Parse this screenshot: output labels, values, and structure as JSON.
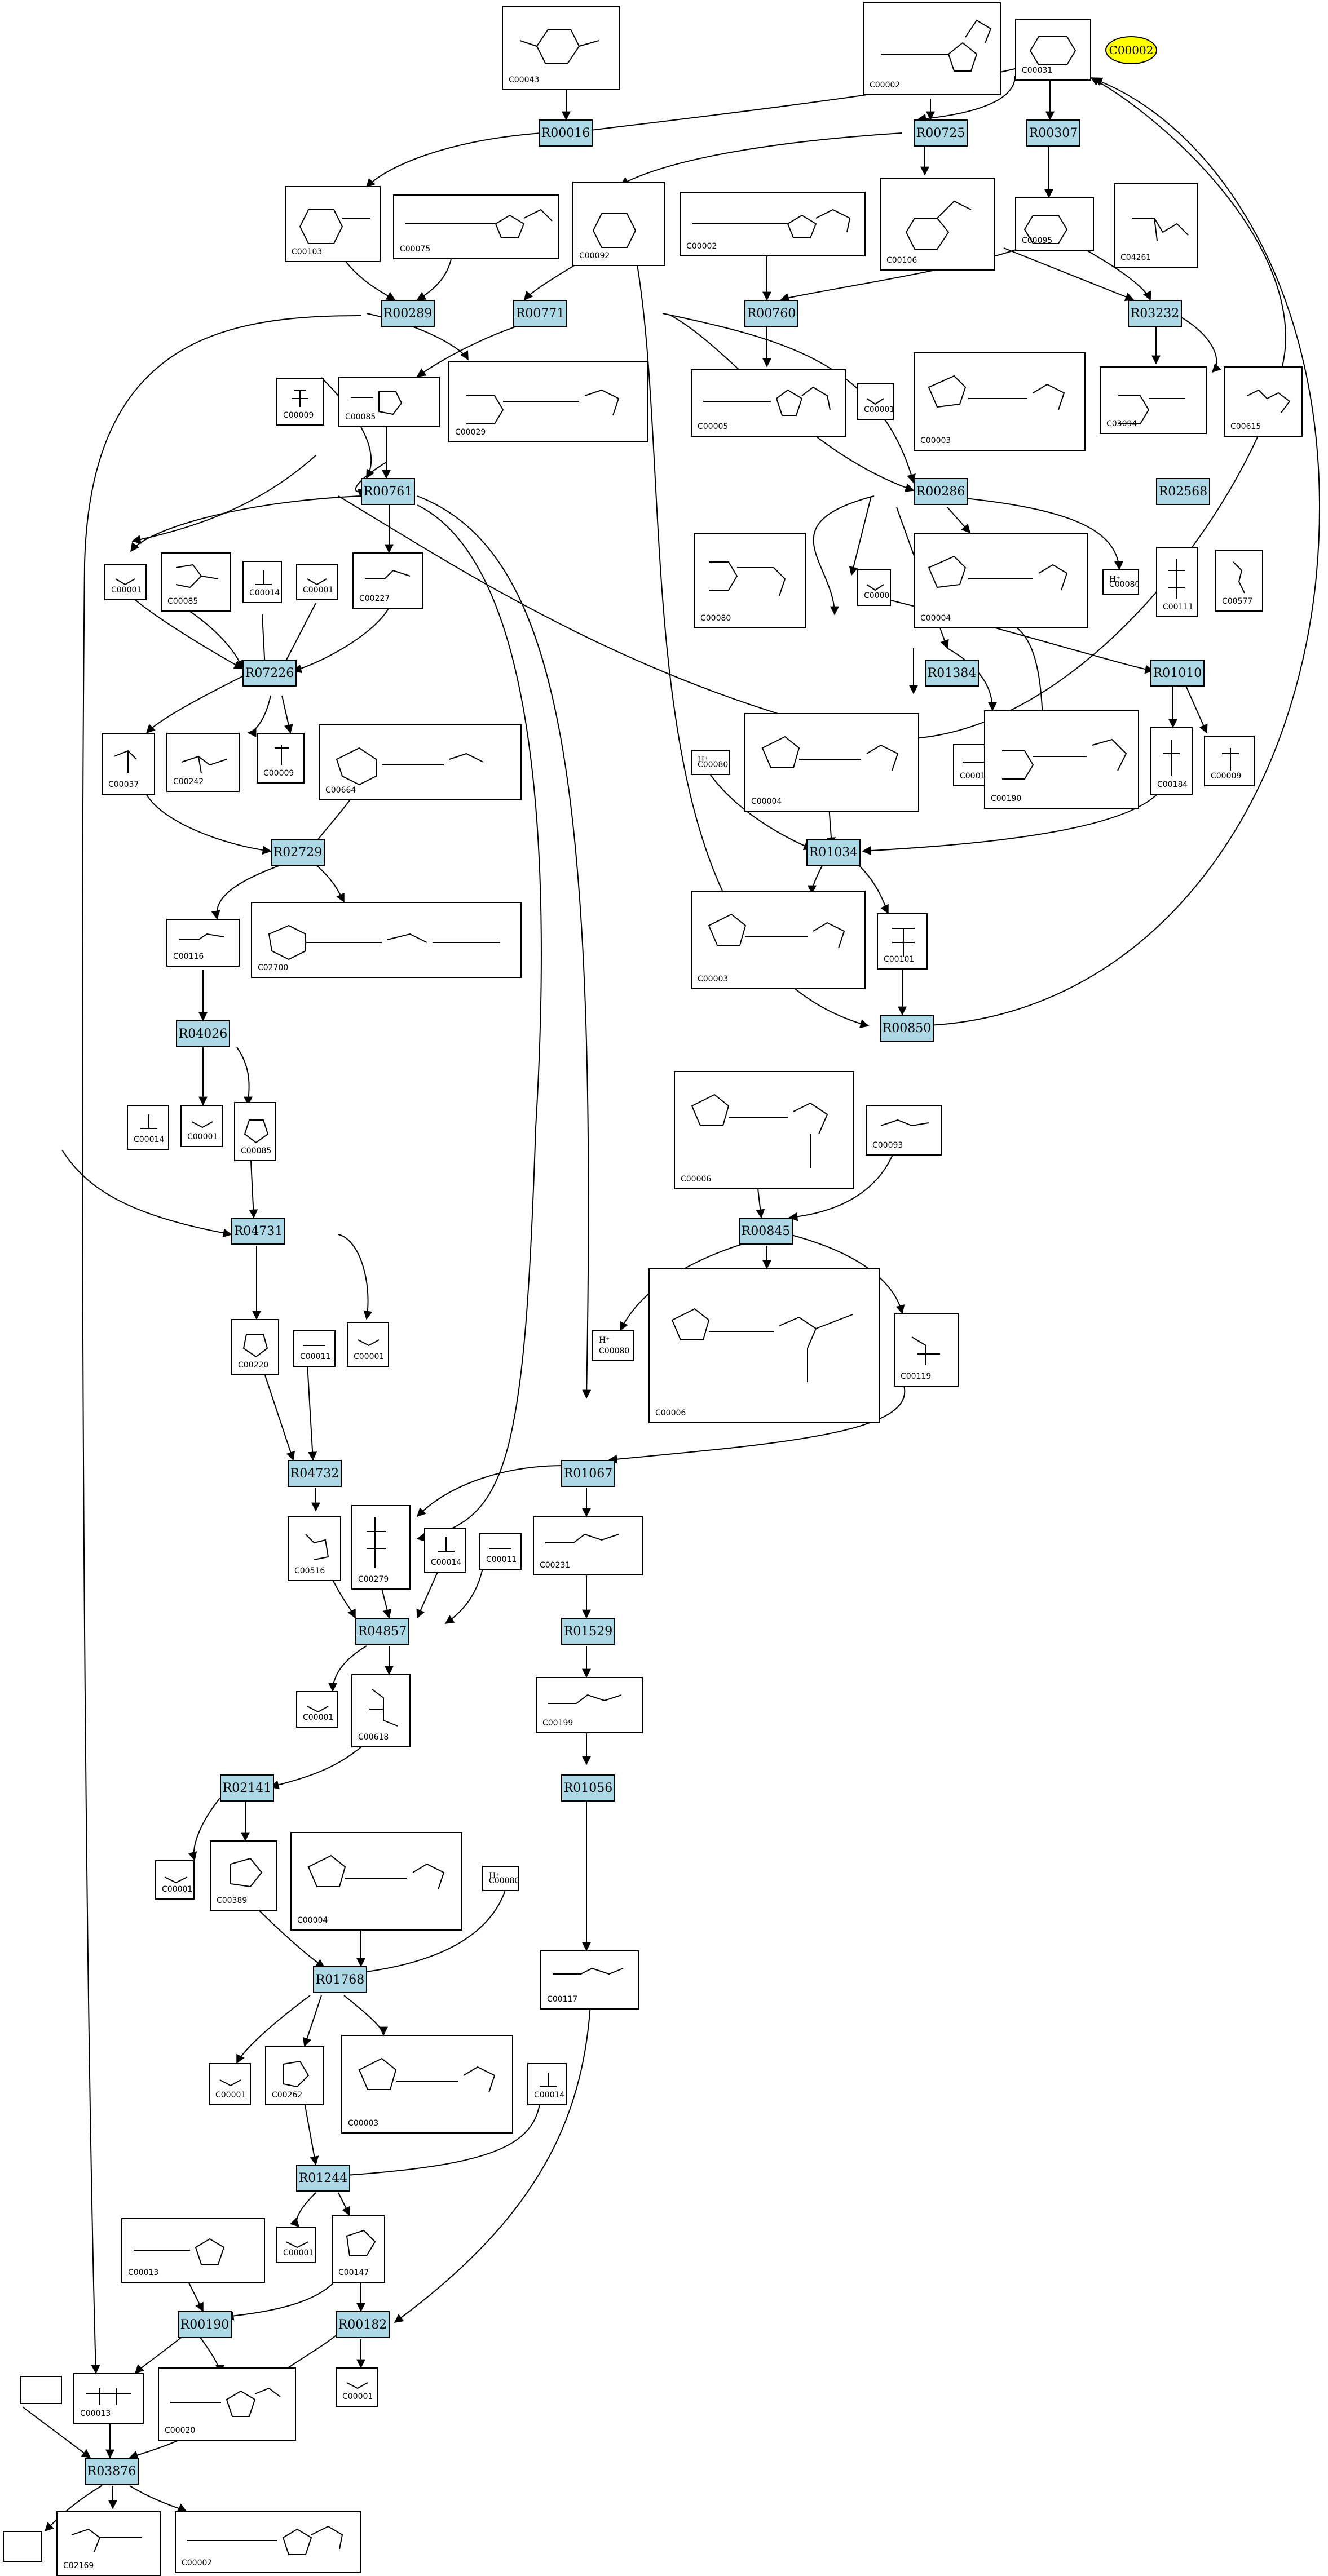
{
  "highlight": {
    "label": "C00002",
    "color": "#ffff00"
  },
  "reaction_color": "#add8e6",
  "reactions": [
    "R00016",
    "R00725",
    "R00307",
    "R00289",
    "R00771",
    "R00760",
    "R03232",
    "R00761",
    "R00286",
    "R02568",
    "R07226",
    "R01384",
    "R01010",
    "R02729",
    "R01034",
    "R04026",
    "R00850",
    "R04731",
    "R00845",
    "R04732",
    "R01067",
    "R04857",
    "R01529",
    "R02141",
    "R01056",
    "R01768",
    "R01244",
    "R00190",
    "R00182",
    "R03876"
  ],
  "compounds": [
    {
      "id": "C00043",
      "text": ""
    },
    {
      "id": "C00001",
      "text": ""
    },
    {
      "id": "C00031",
      "text": ""
    },
    {
      "id": "C00103",
      "text": ""
    },
    {
      "id": "C00075",
      "text": ""
    },
    {
      "id": "C00092",
      "text": ""
    },
    {
      "id": "C00002",
      "text": ""
    },
    {
      "id": "C00106",
      "text": ""
    },
    {
      "id": "C00095",
      "text": ""
    },
    {
      "id": "C04261",
      "text": ""
    },
    {
      "id": "C00009",
      "text": ""
    },
    {
      "id": "C00085",
      "text": ""
    },
    {
      "id": "C00029",
      "text": ""
    },
    {
      "id": "C00005",
      "text": ""
    },
    {
      "id": "C00003",
      "text": ""
    },
    {
      "id": "C03094",
      "text": ""
    },
    {
      "id": "C00615",
      "text": ""
    },
    {
      "id": "C00014",
      "text": ""
    },
    {
      "id": "C00227",
      "text": ""
    },
    {
      "id": "C00080",
      "text": "H⁺"
    },
    {
      "id": "C00167",
      "text": ""
    },
    {
      "id": "C00004",
      "text": ""
    },
    {
      "id": "C00111",
      "text": ""
    },
    {
      "id": "C00577",
      "text": ""
    },
    {
      "id": "C00037",
      "text": ""
    },
    {
      "id": "C00242",
      "text": ""
    },
    {
      "id": "C00664",
      "text": ""
    },
    {
      "id": "C00011",
      "text": ""
    },
    {
      "id": "C00190",
      "text": ""
    },
    {
      "id": "C00184",
      "text": ""
    },
    {
      "id": "C00116",
      "text": ""
    },
    {
      "id": "C02700",
      "text": ""
    },
    {
      "id": "C00101",
      "text": ""
    },
    {
      "id": "C00006",
      "text": ""
    },
    {
      "id": "C00093",
      "text": ""
    },
    {
      "id": "C00220",
      "text": ""
    },
    {
      "id": "C00119",
      "text": ""
    },
    {
      "id": "C00516",
      "text": ""
    },
    {
      "id": "C00279",
      "text": ""
    },
    {
      "id": "C00231",
      "text": ""
    },
    {
      "id": "C00618",
      "text": ""
    },
    {
      "id": "C00199",
      "text": ""
    },
    {
      "id": "C00389",
      "text": ""
    },
    {
      "id": "C00262",
      "text": ""
    },
    {
      "id": "C00117",
      "text": ""
    },
    {
      "id": "C00147",
      "text": ""
    },
    {
      "id": "C00119b",
      "text": ""
    },
    {
      "id": "C00020",
      "text": ""
    },
    {
      "id": "C00013",
      "text": ""
    },
    {
      "id": "C02169",
      "text": ""
    }
  ]
}
